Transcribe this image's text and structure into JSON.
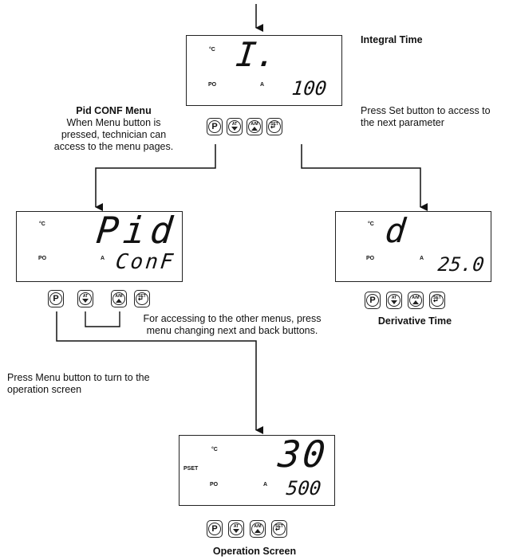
{
  "indicators": {
    "celsius": "°C",
    "po": "PO",
    "a": "A",
    "pset": "PSET"
  },
  "buttons": {
    "p": "P",
    "at": "AT",
    "am": "A/M",
    "set": "SET"
  },
  "screens": {
    "integral": {
      "top": "I.",
      "bottom": "100"
    },
    "pid": {
      "top": "Pid",
      "bottom": "ConF"
    },
    "derivative": {
      "top": "d",
      "bottom": "25.0"
    },
    "operation": {
      "top": "30",
      "bottom": "500"
    }
  },
  "labels": {
    "integral_time": "Integral Time",
    "press_set": "Press Set button to access to the next parameter",
    "pid_conf_title": "Pid CONF Menu",
    "pid_conf_body": "When Menu button is pressed, technician can access to the menu pages.",
    "accessing_menus": "For accessing to the other menus, press menu changing next and back buttons.",
    "derivative_time": "Derivative Time",
    "press_menu": "Press Menu button to turn to the operation screen",
    "operation_screen": "Operation Screen"
  }
}
